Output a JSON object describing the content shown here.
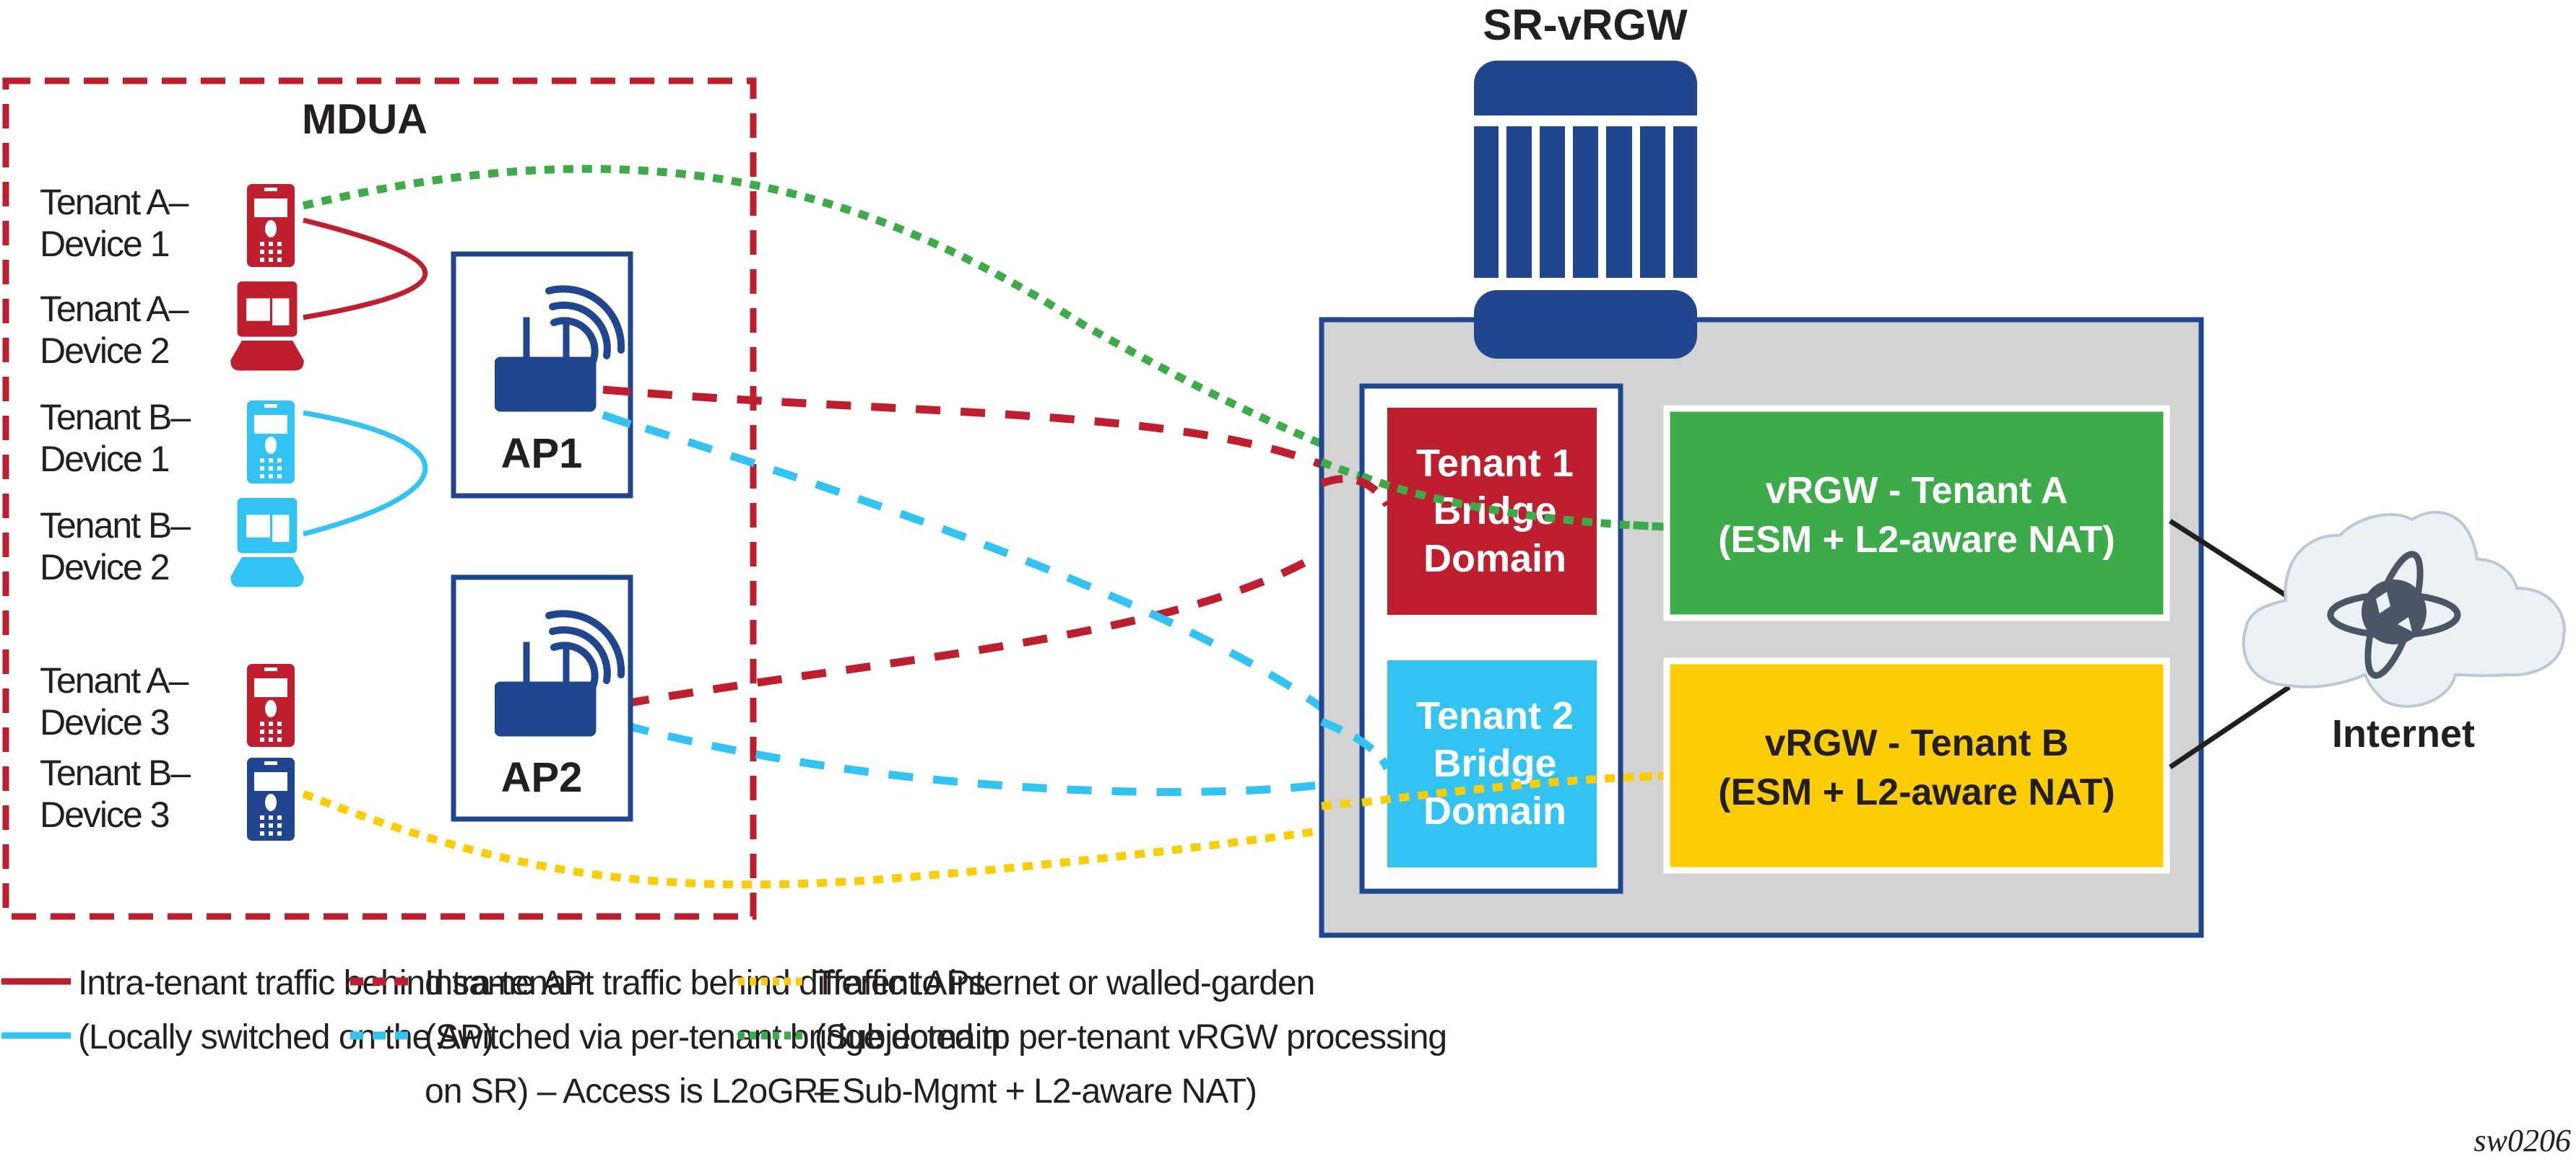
{
  "colors": {
    "red": "#be1e2d",
    "cyan": "#32c3f2",
    "navy": "#1f468f",
    "green": "#3dab4a",
    "yellow": "#fccd05",
    "gray_box": "#d3d3d3",
    "cloud_fill": "#ecf1f6",
    "cloud_stroke": "#bcc8d4",
    "globe": "#4a5665",
    "text": "#231f20"
  },
  "mdua": {
    "title": "MDUA",
    "devices": [
      {
        "line1": "Tenant A–",
        "line2": "Device 1",
        "icon": "phone-icon",
        "tenant": "A"
      },
      {
        "line1": "Tenant A–",
        "line2": "Device 2",
        "icon": "computer-icon",
        "tenant": "A"
      },
      {
        "line1": "Tenant B–",
        "line2": "Device 1",
        "icon": "phone-icon",
        "tenant": "B"
      },
      {
        "line1": "Tenant B–",
        "line2": "Device 2",
        "icon": "computer-icon",
        "tenant": "B"
      },
      {
        "line1": "Tenant A–",
        "line2": "Device 3",
        "icon": "phone-icon",
        "tenant": "A"
      },
      {
        "line1": "Tenant B–",
        "line2": "Device 3",
        "icon": "phone-icon",
        "tenant": "B"
      }
    ],
    "access_points": [
      {
        "label": "AP1"
      },
      {
        "label": "AP2"
      }
    ]
  },
  "sr_vrgw": {
    "title": "SR-vRGW",
    "bridge_domains": [
      {
        "line1": "Tenant 1",
        "line2": "Bridge",
        "line3": "Domain"
      },
      {
        "line1": "Tenant 2",
        "line2": "Bridge",
        "line3": "Domain"
      }
    ],
    "vrgw_blocks": [
      {
        "line1": "vRGW - Tenant A",
        "line2": "(ESM + L2-aware NAT)"
      },
      {
        "line1": "vRGW - Tenant B",
        "line2": "(ESM + L2-aware NAT)"
      }
    ]
  },
  "internet": {
    "label": "Internet"
  },
  "legend": [
    {
      "style": "solid",
      "color": "red",
      "text": "Intra-tenant traffic behind same AP"
    },
    {
      "style": "solid",
      "color": "cyan",
      "text": "(Locally switched on the AP)"
    },
    {
      "style": "dashed",
      "color": "red",
      "text": "Intra-tenant traffic behind different APs"
    },
    {
      "style": "dashed",
      "color": "cyan",
      "text": "(Switched via per-tenant bridge domain",
      "text2": "on SR) – Access is L2oGRE"
    },
    {
      "style": "dotted",
      "color": "yellow",
      "text": "Traffic to internet or walled-garden"
    },
    {
      "style": "dotted",
      "color": "green",
      "text": "(Subjected tp per-tenant vRGW processing",
      "text2": "– Sub-Mgmt + L2-aware NAT)"
    }
  ],
  "figure_id": "sw0206"
}
